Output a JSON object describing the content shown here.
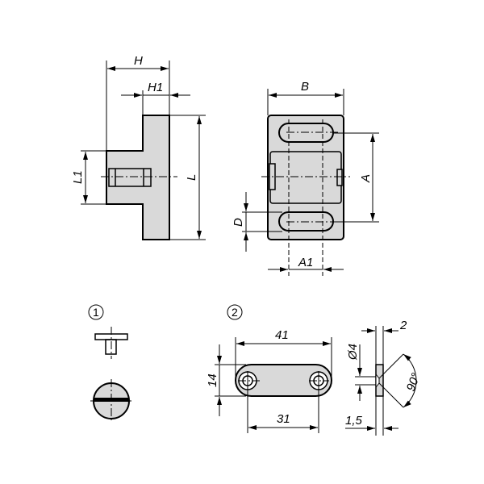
{
  "drawing": {
    "side_view": {
      "H": "H",
      "H1": "H1",
      "L": "L",
      "L1": "L1"
    },
    "front_view": {
      "B": "B",
      "A": "A",
      "D": "D",
      "A1": "A1"
    },
    "detail_1": {
      "marker": "1"
    },
    "detail_2": {
      "marker": "2",
      "length": "41",
      "hole_spacing": "31",
      "width": "14",
      "thickness": "2",
      "hole_diameter": "Ø4",
      "countersink_depth": "1,5",
      "countersink_angle": "90°"
    }
  },
  "colors": {
    "fill": "#d9d9d9",
    "line": "#000000"
  }
}
